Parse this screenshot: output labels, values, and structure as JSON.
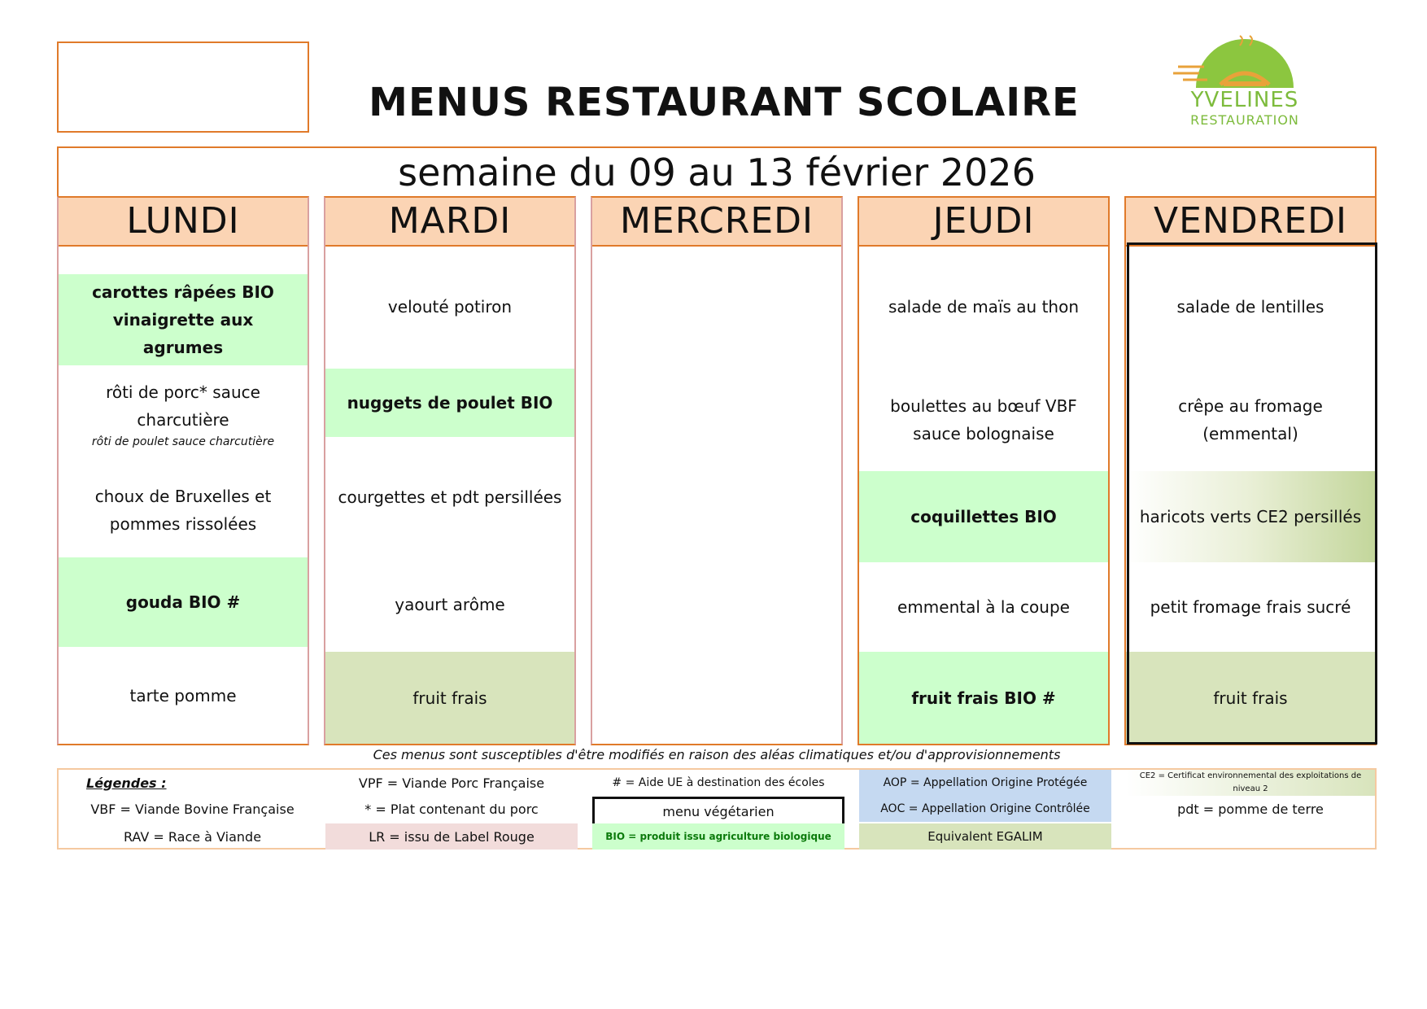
{
  "header": {
    "title": "MENUS RESTAURANT SCOLAIRE",
    "brand_name": "YVELINES",
    "brand_sub": "RESTAURATION"
  },
  "week": "semaine du 09 au 13 février 2026",
  "days": [
    {
      "name": "LUNDI",
      "items": [
        {
          "text": "carottes râpées BIO vinaigrette aux agrumes",
          "style": "bio"
        },
        {
          "text": "rôti de porc* sauce charcutière",
          "sub": "rôti de poulet sauce charcutière",
          "style": "plain"
        },
        {
          "text": "choux de Bruxelles et pommes rissolées",
          "style": "plain"
        },
        {
          "text": "gouda BIO #",
          "style": "bio"
        },
        {
          "text": "tarte pomme",
          "style": "plain"
        }
      ]
    },
    {
      "name": "MARDI",
      "items": [
        {
          "text": "velouté potiron",
          "style": "plain"
        },
        {
          "text": "nuggets de poulet BIO",
          "style": "bio"
        },
        {
          "text": "courgettes et pdt persillées",
          "style": "plain"
        },
        {
          "text": "yaourt arôme",
          "style": "plain"
        },
        {
          "text": "fruit frais",
          "style": "egalim"
        }
      ]
    },
    {
      "name": "MERCREDI",
      "items": []
    },
    {
      "name": "JEUDI",
      "items": [
        {
          "text": "salade de maïs au thon",
          "style": "plain"
        },
        {
          "text": "boulettes au bœuf VBF sauce bolognaise",
          "style": "plain"
        },
        {
          "text": "coquillettes BIO",
          "style": "bio"
        },
        {
          "text": "emmental à la coupe",
          "style": "plain"
        },
        {
          "text": "fruit frais BIO #",
          "style": "bio"
        }
      ]
    },
    {
      "name": "VENDREDI",
      "items": [
        {
          "text": "salade de lentilles",
          "style": "plain"
        },
        {
          "text": "crêpe au fromage (emmental)",
          "style": "plain"
        },
        {
          "text": "haricots verts CE2 persillés",
          "style": "ce2"
        },
        {
          "text": "petit fromage frais sucré",
          "style": "plain"
        },
        {
          "text": "fruit frais",
          "style": "egalim"
        }
      ]
    }
  ],
  "note": "Ces menus sont susceptibles d'être modifiés en raison des aléas climatiques et/ou d'approvisionnements",
  "legend": {
    "title": "Légendes :",
    "vpf": "VPF = Viande Porc Française",
    "hash": "# = Aide UE à destination des écoles",
    "aop": "AOP = Appellation Origine Protégée",
    "ce2": "CE2 = Certificat environnemental des exploitations de niveau 2",
    "vbf": "VBF = Viande Bovine Française",
    "pork": "* = Plat contenant du porc",
    "veg": "menu végétarien",
    "aoc": "AOC = Appellation Origine Contrôlée",
    "pdt": "pdt = pomme de terre",
    "rav": "RAV = Race à Viande",
    "lr": "LR = issu de Label Rouge",
    "bio": "BIO = produit issu agriculture biologique",
    "egalim": "Equivalent EGALIM"
  },
  "colors": {
    "accent_orange": "#e07a2a",
    "day_header_bg": "#fbd4b4",
    "bio_green": "#ccffcc",
    "egalim_olive": "#d8e4bc",
    "label_rouge_pink": "#f2dcdb",
    "aop_blue": "#c5d9f1",
    "brand_green": "#7dbb3c"
  }
}
